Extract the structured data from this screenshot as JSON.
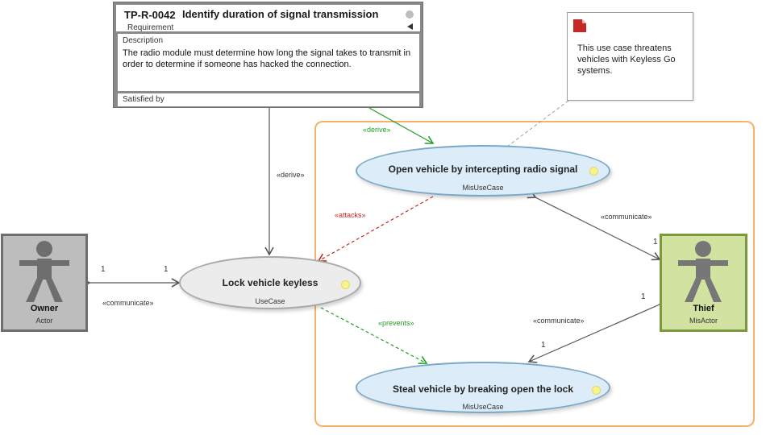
{
  "requirement": {
    "id": "TP-R-0042",
    "title": "Identify duration of signal transmission",
    "type": "Requirement",
    "description_label": "Description",
    "description": "The radio module must determine how long the signal takes to transmit in order to determine if someone has hacked the connection.",
    "satisfied_label": "Satisfied by"
  },
  "note": {
    "text": "This use case threatens vehicles with Keyless Go systems."
  },
  "use_cases": [
    {
      "name": "Open vehicle by intercepting radio signal",
      "type": "MisUseCase"
    },
    {
      "name": "Lock vehicle keyless",
      "type": "UseCase"
    },
    {
      "name": "Steal vehicle by breaking open the lock",
      "type": "MisUseCase"
    }
  ],
  "actors": [
    {
      "name": "Owner",
      "type": "Actor"
    },
    {
      "name": "Thief",
      "type": "MisActor"
    }
  ],
  "relations": {
    "derive_top": "«derive»",
    "derive_left": "«derive»",
    "attacks": "«attacks»",
    "prevents": "«prevents»",
    "communicate_owner": "«communicate»",
    "communicate_thief_open": "«communicate»",
    "communicate_thief_steal": "«communicate»"
  },
  "multiplicities": {
    "owner_actor": "1",
    "owner_usecase": "1",
    "thief_open": "1",
    "thief_steal_actor": "1",
    "thief_steal_usecase": "1"
  },
  "colors": {
    "boundary": "#f5b26b",
    "derive": "#22a022",
    "attacks": "#c62828",
    "prevents": "#22a022",
    "misusecase_fill": "#dcedf9",
    "usecase_fill": "#ececec",
    "misactor_fill": "#d2e2a0",
    "actor_fill": "#bdbdbd",
    "note_icon": "#c62828"
  }
}
